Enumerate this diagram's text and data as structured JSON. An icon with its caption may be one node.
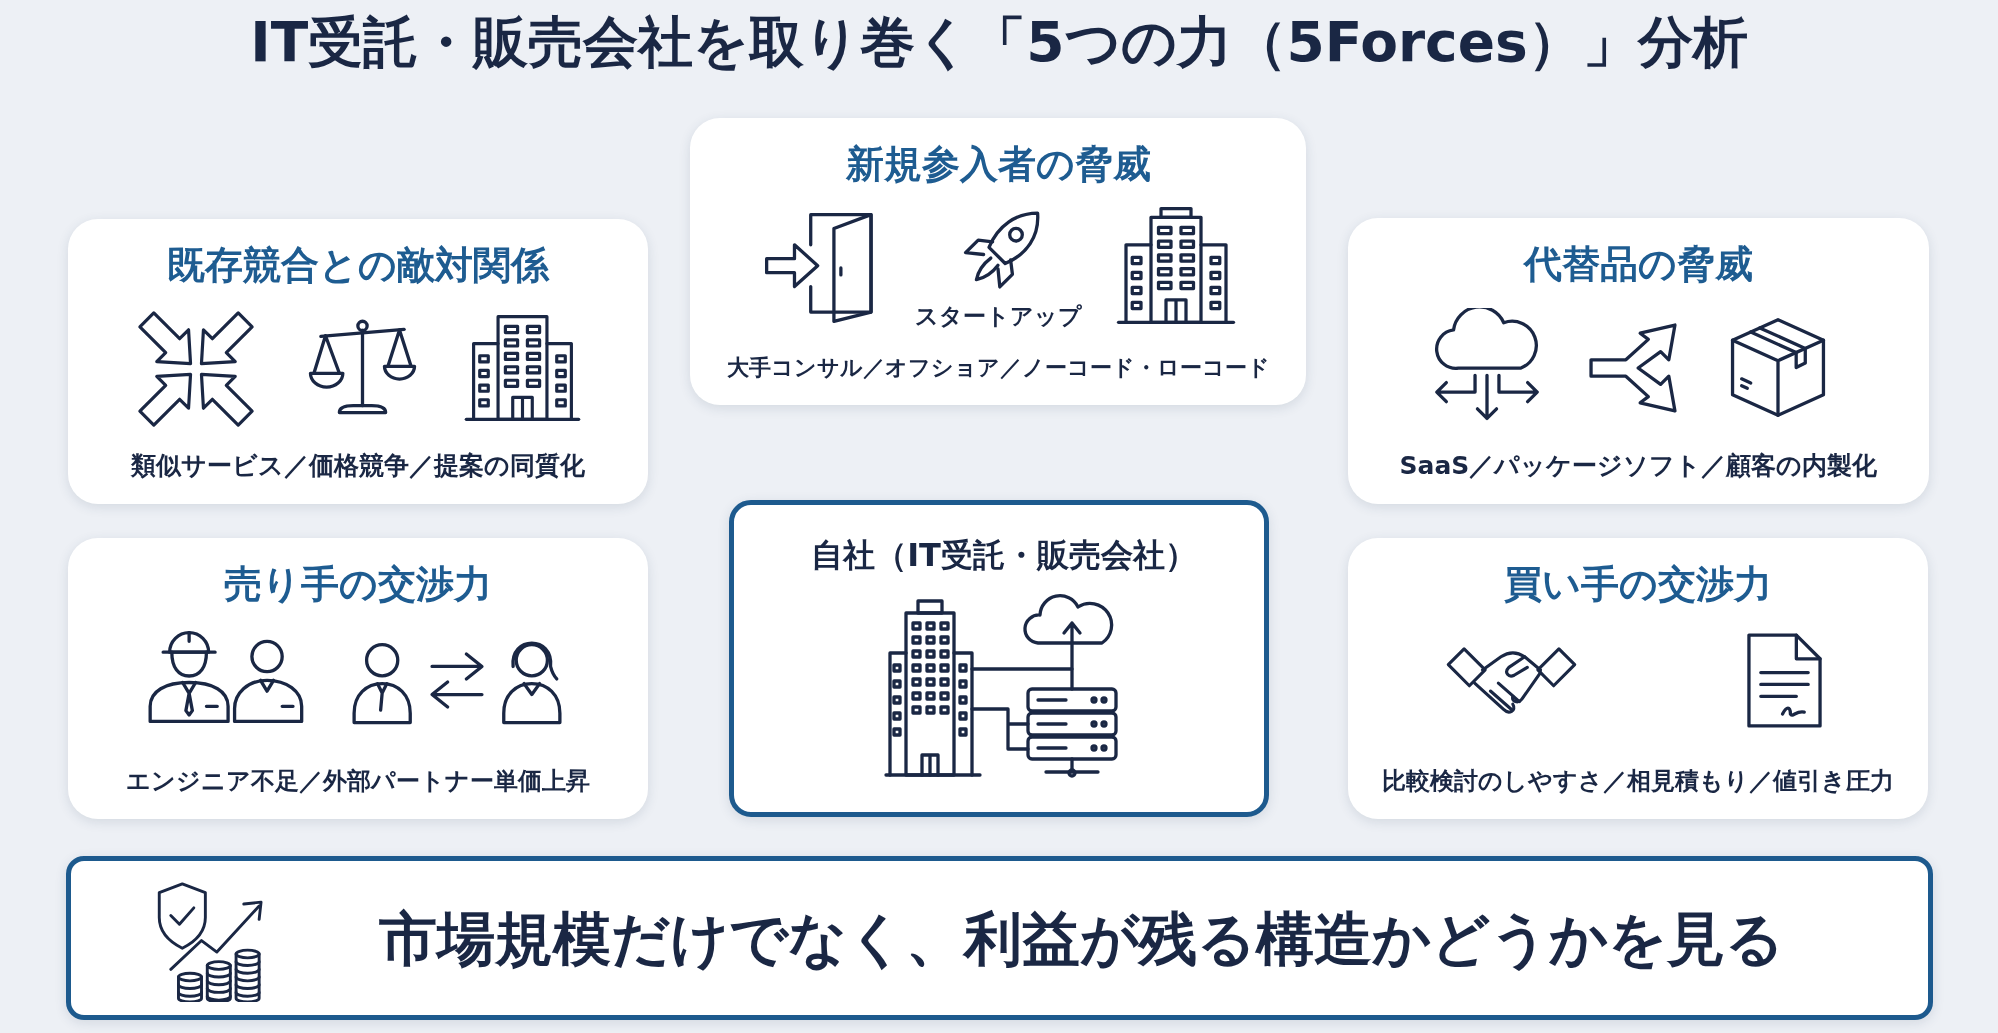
{
  "diagram": {
    "title": "IT受託・販売会社を取り巻く「5つの力（5Forces）」分析",
    "nodes": [
      {
        "text": [
          "新規参入者の脅威",
          "スタートアップ",
          "大手コンサル／オフショア／ノーコード・ローコード"
        ]
      },
      {
        "text": [
          "既存競合との敵対関係",
          "類似サービス／価格競争／提案の同質化"
        ]
      },
      {
        "text": [
          "代替品の脅威",
          "SaaS／パッケージソフト／顧客の内製化"
        ]
      },
      {
        "text": [
          "売り手の交渉力",
          "エンジニア不足／外部パートナー単価上昇"
        ]
      },
      {
        "text": [
          "自社（IT受託・販売会社）"
        ]
      },
      {
        "text": [
          "買い手の交渉力",
          "比較検討のしやすさ／相見積もり／値引き圧力"
        ]
      },
      {
        "text": [
          "市場規模だけでなく、利益が残る構造かどうかを見る"
        ]
      }
    ]
  }
}
